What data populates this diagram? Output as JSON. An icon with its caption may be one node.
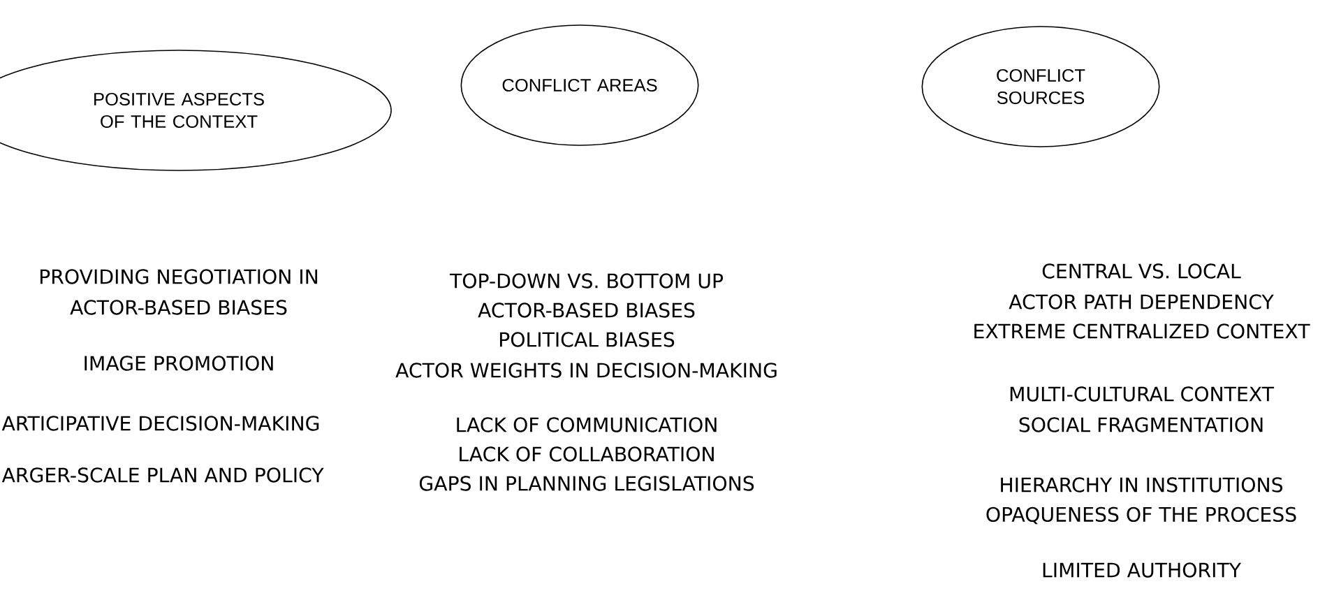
{
  "diagram": {
    "nodes": [
      {
        "text": [
          "POSITIVE ASPECTS OF THE CONTEXT"
        ]
      },
      {
        "text": [
          "CONFLICT AREAS"
        ]
      },
      {
        "text": [
          "CONFLICT SOURCES"
        ]
      }
    ],
    "labels": [
      "PROVIDING NEGOTIATION IN",
      "ACTOR-BASED BIASES",
      "IMAGE PROMOTION",
      "ARTICIPATIVE DECISION-MAKING",
      "ARGER-SCALE PLAN AND POLICY",
      "TOP-DOWN VS. BOTTOM UP",
      "ACTOR-BASED BIASES",
      "POLITICAL BIASES",
      "ACTOR WEIGHTS IN DECISION-MAKING",
      "LACK OF COMMUNICATION",
      "LACK OF COLLABORATION",
      "GAPS IN PLANNING LEGISLATIONS",
      "CENTRAL VS. LOCAL",
      "ACTOR PATH DEPENDENCY",
      "EXTREME CENTRALIZED CONTEXT",
      "MULTI-CULTURAL CONTEXT",
      "SOCIAL FRAGMENTATION",
      "HIERARCHY IN INSTITUTIONS",
      "OPAQUENESS OF THE PROCESS",
      "LIMITED AUTHORITY"
    ]
  }
}
